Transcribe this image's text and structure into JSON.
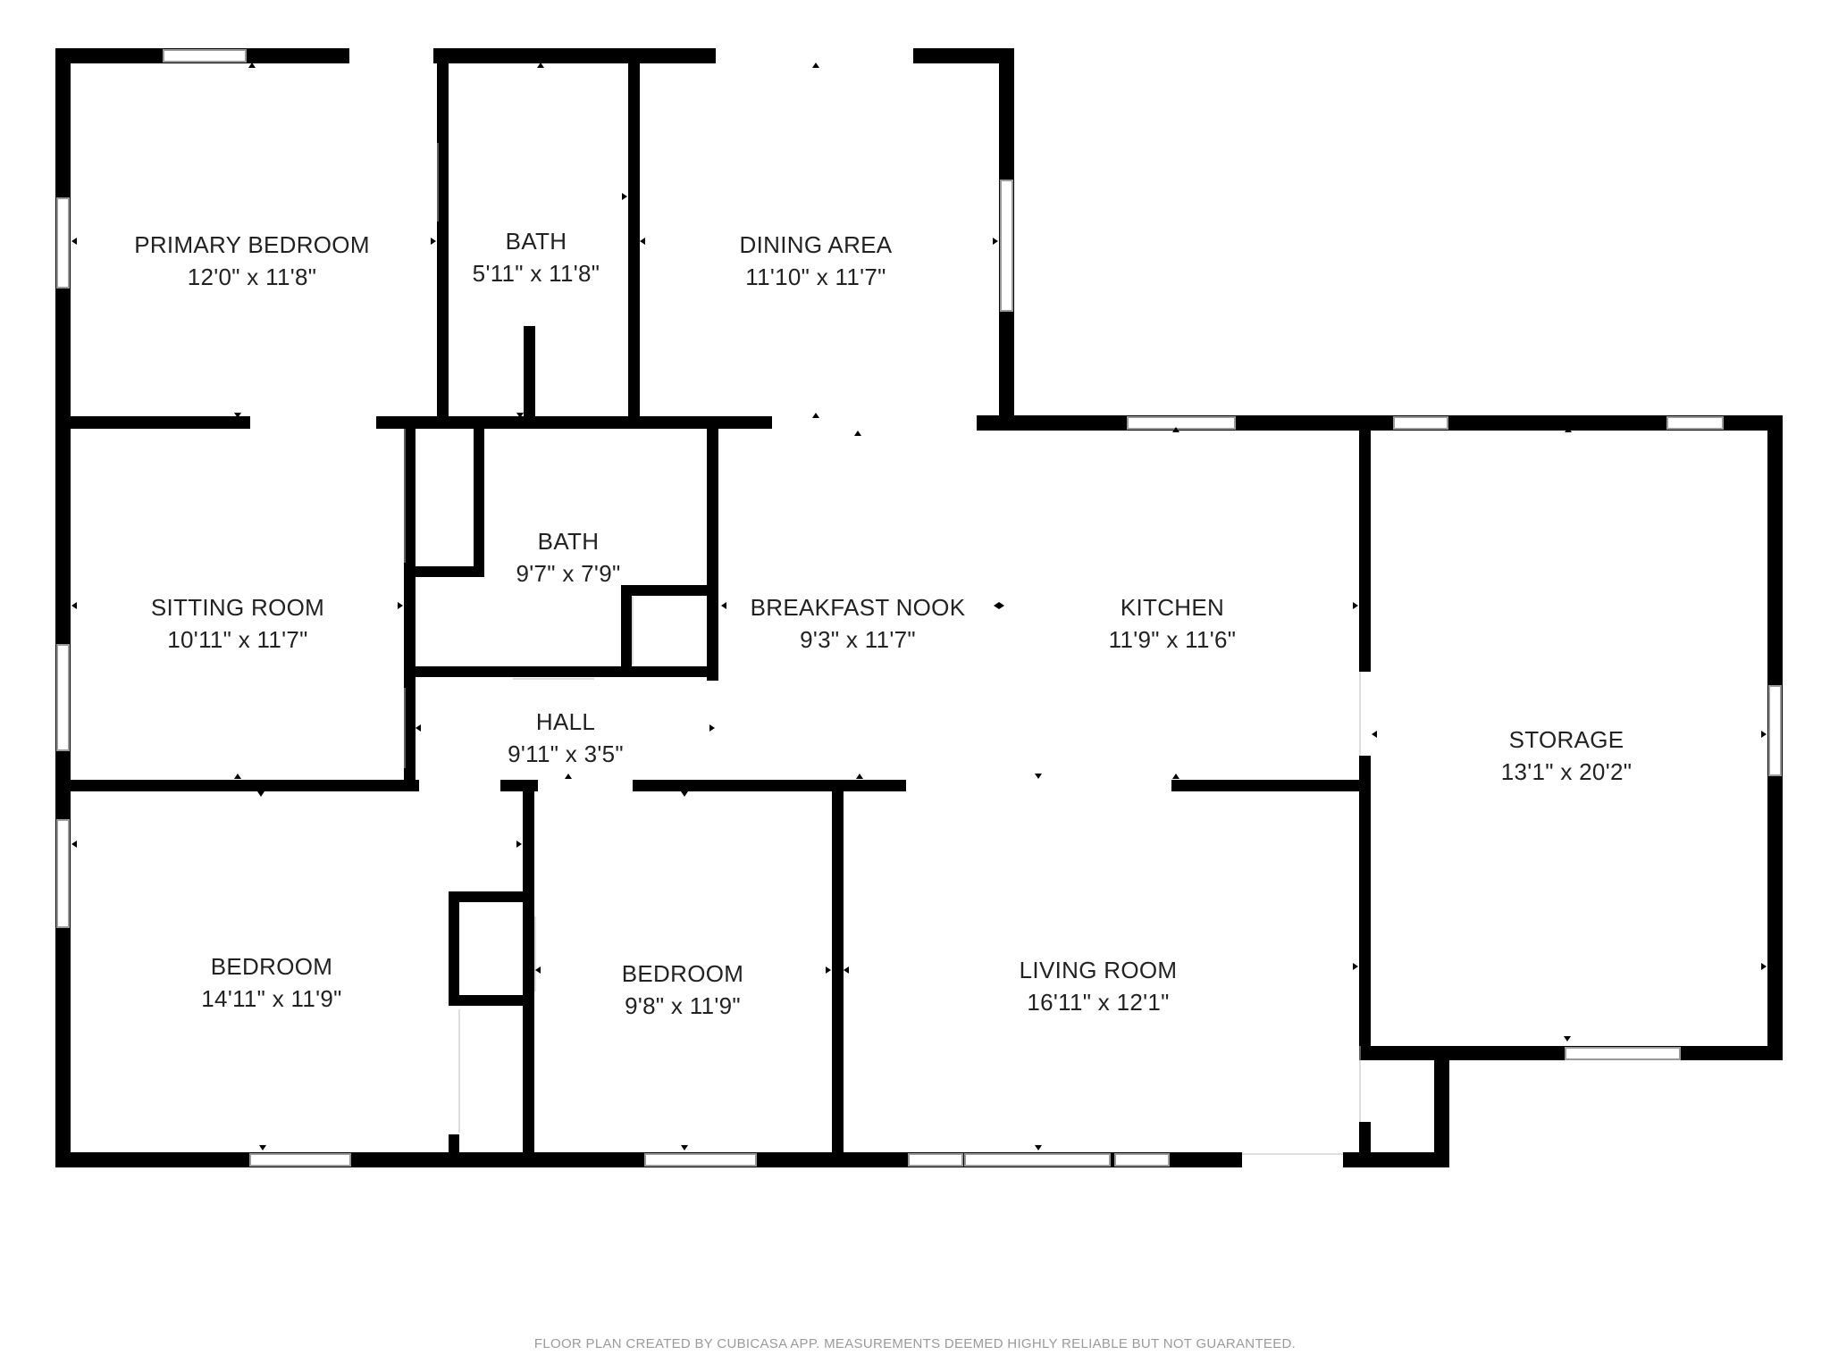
{
  "rooms": [
    {
      "id": "primary-bedroom",
      "name": "PRIMARY BEDROOM",
      "dims": "12'0\" x 11'8\""
    },
    {
      "id": "bath-1",
      "name": "BATH",
      "dims": "5'11\" x 11'8\""
    },
    {
      "id": "dining-area",
      "name": "DINING AREA",
      "dims": "11'10\" x 11'7\""
    },
    {
      "id": "sitting-room",
      "name": "SITTING ROOM",
      "dims": "10'11\" x 11'7\""
    },
    {
      "id": "bath-2",
      "name": "BATH",
      "dims": "9'7\" x 7'9\""
    },
    {
      "id": "breakfast-nook",
      "name": "BREAKFAST NOOK",
      "dims": "9'3\" x 11'7\""
    },
    {
      "id": "kitchen",
      "name": "KITCHEN",
      "dims": "11'9\" x 11'6\""
    },
    {
      "id": "hall",
      "name": "HALL",
      "dims": "9'11\" x 3'5\""
    },
    {
      "id": "storage",
      "name": "STORAGE",
      "dims": "13'1\" x 20'2\""
    },
    {
      "id": "bedroom-1",
      "name": "BEDROOM",
      "dims": "14'11\" x 11'9\""
    },
    {
      "id": "bedroom-2",
      "name": "BEDROOM",
      "dims": "9'8\" x 11'9\""
    },
    {
      "id": "living-room",
      "name": "LIVING ROOM",
      "dims": "16'11\" x 12'1\""
    }
  ],
  "footer": "FLOOR PLAN CREATED BY CUBICASA APP. MEASUREMENTS DEEMED HIGHLY RELIABLE BUT NOT GUARANTEED.",
  "colors": {
    "wall": "#000000",
    "window_frame": "#9a9a9a",
    "text": "#222222",
    "footer_text": "#9a9a9a"
  }
}
